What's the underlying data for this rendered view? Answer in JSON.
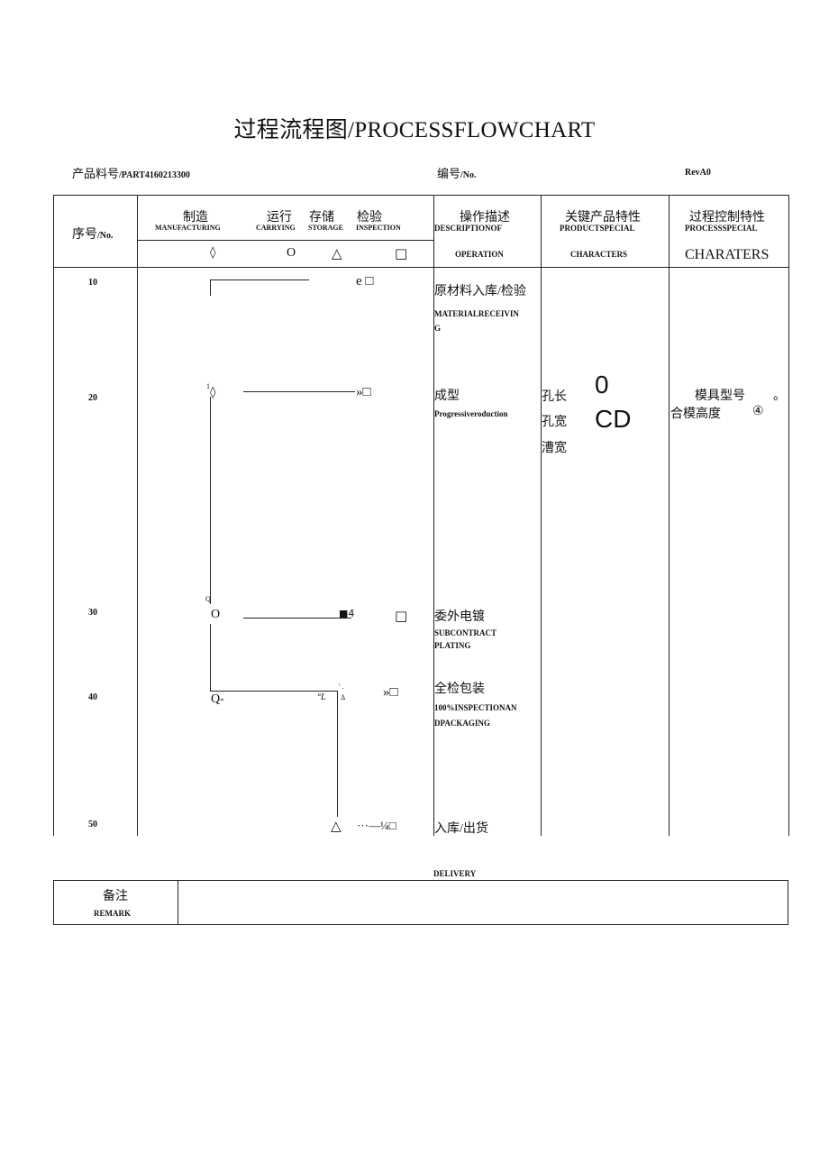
{
  "title": "过程流程图/PROCESSFLOWCHART",
  "meta": {
    "part_label": "产品料号",
    "part_value": "/PART4160213300",
    "no_label": "编号",
    "no_value": "/No.",
    "rev": "RevA0"
  },
  "header": {
    "seq_cn": "序号",
    "seq_en": "/No.",
    "mfg_cn": "制造",
    "mfg_en": "MANUFACTURING",
    "carry_cn": "运行",
    "carry_en": "CARRYING",
    "store_cn": "存储",
    "store_en": "STORAGE",
    "insp_cn": "检验",
    "insp_en": "INSPECTION",
    "sym_mfg": "◊",
    "sym_carry": "O",
    "sym_store": "△",
    "sym_insp": "□",
    "desc_cn": "操作描述",
    "desc_en": "DESCRIPTIONOF",
    "desc_en2": "OPERATION",
    "prod_cn": "关键产品特性",
    "prod_en": "PRODUCTSPECIAL",
    "prod_en2": "CHARACTERS",
    "proc_cn": "过程控制特性",
    "proc_en": "PROCESSSPECIAL",
    "proc_en2": "CHARATERS"
  },
  "rows": [
    {
      "no": "10",
      "sym": "e □",
      "desc_cn": "原材料入库/检验",
      "desc_en": "MATERIALRECEIVIN",
      "desc_en2": "G"
    },
    {
      "no": "20",
      "sym_left": "◊",
      "mark": "1",
      "sym": "»□",
      "desc_cn": "成型",
      "desc_en": "Progressiveroduction",
      "prod": [
        "孔长",
        "孔宽",
        "漕宽"
      ],
      "prod_big1": "0",
      "prod_big2": "CD",
      "proc1": "模具型号",
      "proc1_mark": "。",
      "proc2": "合模高度",
      "proc2_mark": "④"
    },
    {
      "no": "30",
      "mark": "Q",
      "sym_left": "O",
      "sym_mid": "■4",
      "sym": "□",
      "desc_cn": "委外电镀",
      "desc_en": "SUBCONTRACT",
      "desc_en2": "PLATING"
    },
    {
      "no": "40",
      "sym_left": "Q-",
      "mark_mid": "°L",
      "mark_tri": "Δ",
      "mark_dots": "' .",
      "sym": "»□",
      "desc_cn": "全检包装",
      "desc_en": "100%INSPECTIONAN",
      "desc_en2": "DPACKAGING"
    },
    {
      "no": "50",
      "sym_tri": "△",
      "sym": "···—¼□",
      "desc_cn": "入库/出货",
      "desc_en": "DELIVERY"
    }
  ],
  "remark": {
    "cn": "备注",
    "en": "REMARK"
  }
}
